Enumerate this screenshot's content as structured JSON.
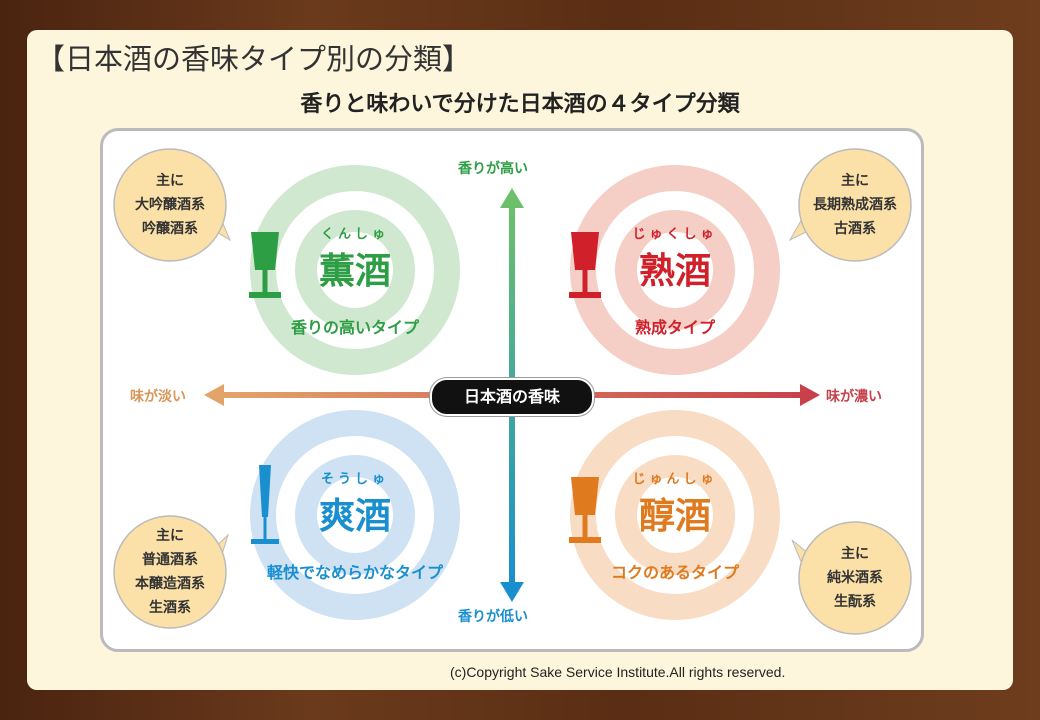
{
  "title": "【日本酒の香味タイプ別の分類】",
  "subtitle": "香りと味わいで分けた日本酒の４タイプ分類",
  "center_label": "日本酒の香味",
  "axes": {
    "up": "香りが高い",
    "down": "香りが低い",
    "left": "味が淡い",
    "right": "味が濃い"
  },
  "quadrants": [
    {
      "ruby": "くんしゅ",
      "name": "薫酒",
      "desc": "香りの高いタイプ",
      "color": "#2e9e45",
      "ring": "#cfe8cf",
      "examples": [
        "主に",
        "大吟醸酒系",
        "吟醸酒系"
      ]
    },
    {
      "ruby": "じゅくしゅ",
      "name": "熟酒",
      "desc": "熟成タイプ",
      "color": "#d0212b",
      "ring": "#f5cfc6",
      "examples": [
        "主に",
        "長期熟成酒系",
        "古酒系"
      ]
    },
    {
      "ruby": "そうしゅ",
      "name": "爽酒",
      "desc": "軽快でなめらかなタイプ",
      "color": "#1a8fcf",
      "ring": "#cfe2f3",
      "examples": [
        "主に",
        "普通酒系",
        "本醸造酒系",
        "生酒系"
      ]
    },
    {
      "ruby": "じゅんしゅ",
      "name": "醇酒",
      "desc": "コクのあるタイプ",
      "color": "#e07a1f",
      "ring": "#f8dcc4",
      "examples": [
        "主に",
        "純米酒系",
        "生酛系"
      ]
    }
  ],
  "copyright": "(c)Copyright  Sake Service Institute.All rights reserved."
}
